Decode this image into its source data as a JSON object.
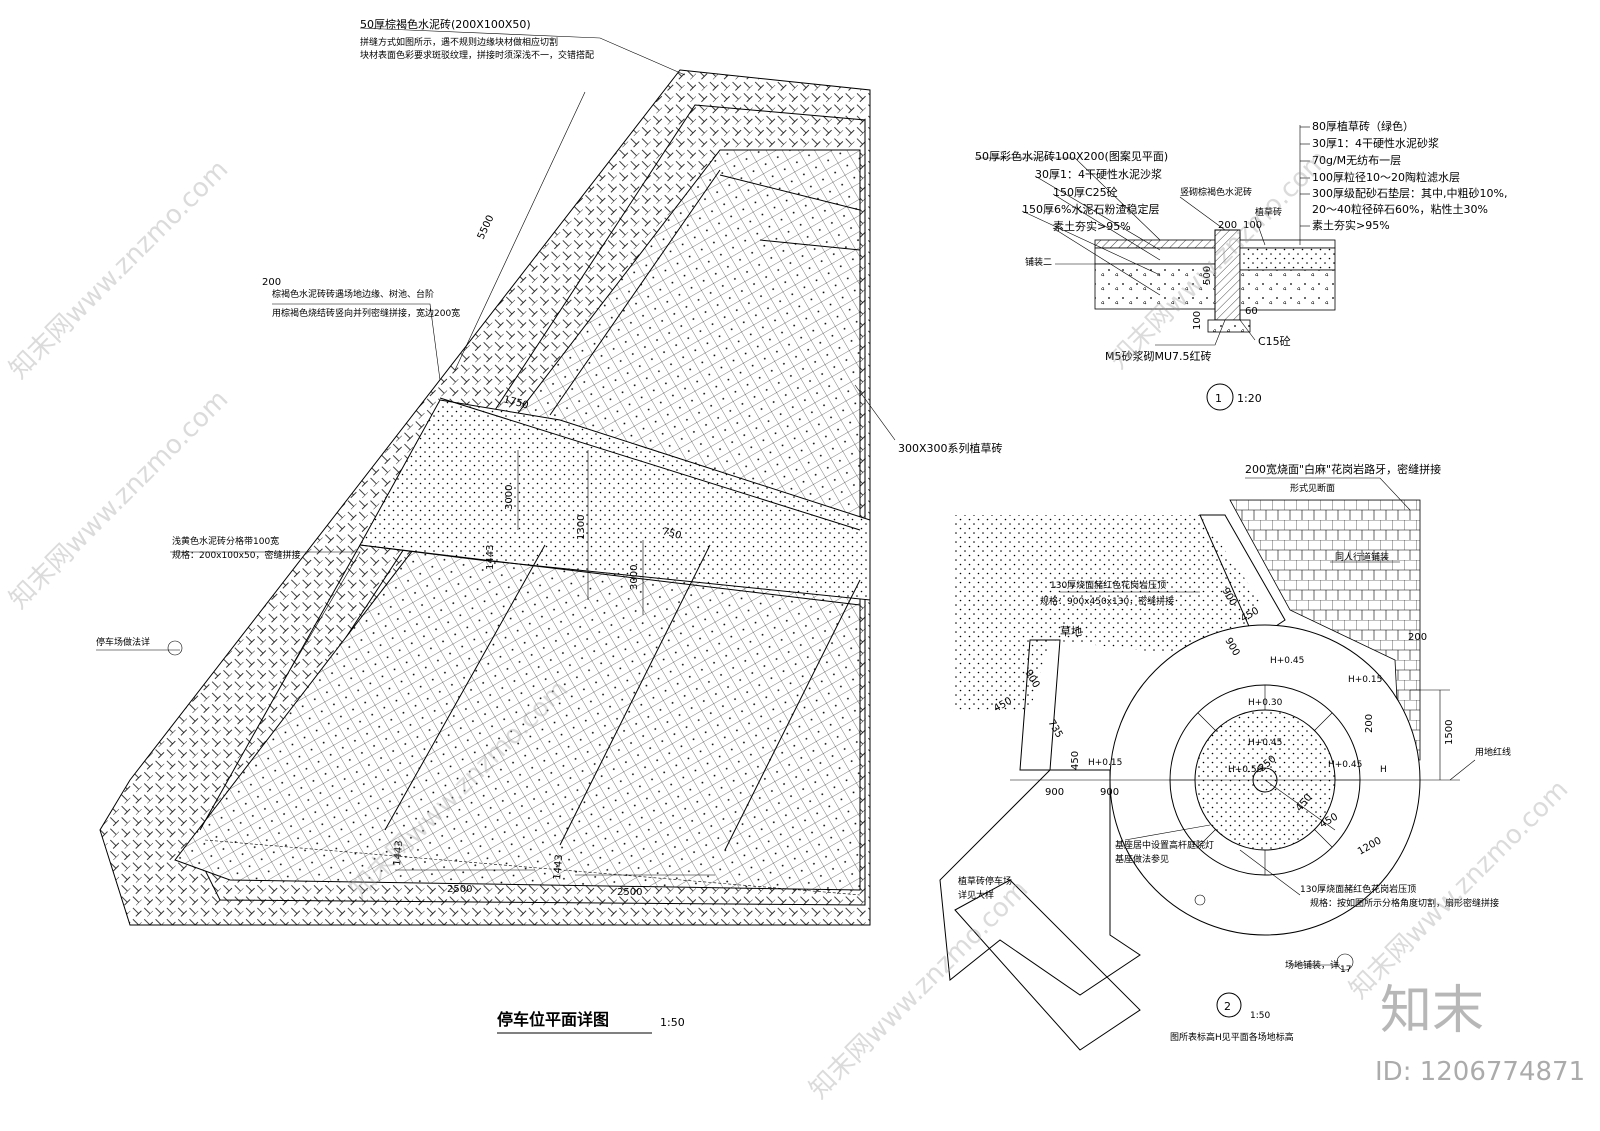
{
  "plan": {
    "title": "停车位平面详图",
    "scale": "1:50",
    "notes": {
      "top_brick": "50厚棕褐色水泥砖(200X100X50)",
      "top_brick_line2": "拼缝方式如图所示，遇不规则边缘块材做相应切割",
      "top_brick_line3": "块材表面色彩要求斑驳纹理，拼接时须深浅不一，交错搭配",
      "edge_line1": "棕褐色水泥砖砖遇场地边缘、树池、台阶",
      "edge_line2": "用棕褐色烧结砖竖向并列密缝拼接，宽边200宽",
      "grass_brick": "300X300系列植草砖",
      "yellow_line1": "浅黄色水泥砖分格带100宽",
      "yellow_line2": "规格：200x100x50，密缝拼接",
      "parking_ref": "停车场做法详"
    },
    "dims": [
      "5500",
      "1750",
      "3000",
      "1300",
      "750",
      "3000",
      "1443",
      "2500",
      "1443",
      "2500",
      "200",
      "1443"
    ]
  },
  "section": {
    "scale": "1:20",
    "marker": "1",
    "left_layers": [
      "50厚彩色水泥砖100X200(图案见平面)",
      "30厚1：4干硬性水泥沙浆",
      "150厚C25砼",
      "150厚6%水泥石粉渣稳定层",
      "素土夯实>95%"
    ],
    "right_layers": [
      "80厚植草砖（绿色）",
      "30厚1：4干硬性水泥砂浆",
      "70g/M无纺布一层",
      "100厚粒径10～20陶粒滤水层",
      "300厚级配砂石垫层：其中,中粗砂10%,",
      "20～40粒径碎石60%，粘性土30%",
      "素土夯实>95%"
    ],
    "labels": {
      "curb": "竖砌棕褐色水泥砖",
      "grass": "植草砖",
      "paving": "铺装二",
      "mortar": "M5砂浆砌MU7.5红砖",
      "c15": "C15砼"
    },
    "dims": [
      "200",
      "100",
      "500",
      "100",
      "60"
    ]
  },
  "detail": {
    "marker": "2",
    "scale": "1:50",
    "footnote": "图所表标高H见平面各场地标高",
    "notes": {
      "granite_edge": "200宽烧面\"白麻\"花岗岩路牙，密缝拼接",
      "granite_edge_line2": "形式见断面",
      "sidewalk": "同人行道铺装",
      "red_granite": "130厚烧面赭红色花岗岩压顶",
      "red_granite_line2": "规格：900x450x130，密缝拼接",
      "lawn": "草地",
      "boundary": "用地红线",
      "lamp_line1": "基座居中设置高杆庭院灯",
      "lamp_line2": "基座做法参见",
      "parking_line1": "植草砖停车场",
      "parking_line2": "详见大样",
      "fan_line1": "130厚烧面赭红色花岗岩压顶",
      "fan_line2": "规格：按如图所示分格角度切割，扇形密缝拼接",
      "site_paving": "场地铺装，详",
      "sheet": "17"
    },
    "elevations": [
      "H+0.45",
      "H+0.15",
      "H+0.30",
      "H+0.45",
      "H+0.56",
      "H+0.45",
      "H+0.15",
      "H"
    ],
    "dims": [
      "900",
      "450",
      "900",
      "900",
      "450",
      "735",
      "450",
      "900",
      "900",
      "1500",
      "200",
      "250",
      "450",
      "450",
      "1200",
      "200"
    ]
  },
  "watermark": {
    "site": "知末网www.znzmo.com",
    "logo": "知末",
    "id": "ID: 1206774871"
  }
}
